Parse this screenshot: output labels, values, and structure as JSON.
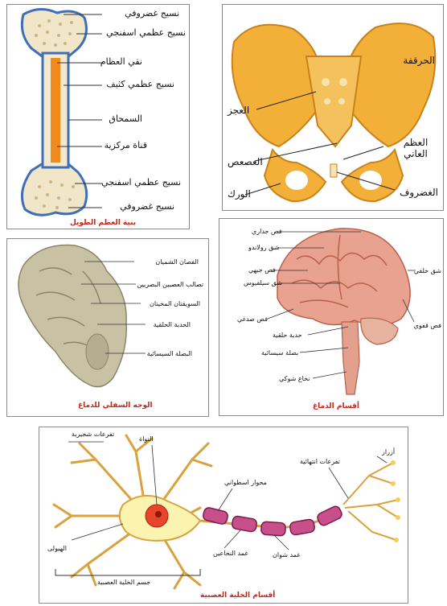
{
  "bone": {
    "labels": [
      "نسيج غضروفي",
      "نسيج عظمي اسفنجي",
      "نقي العظام",
      "نسيج عظمي كثيف",
      "السمحاق",
      "قناة مركزية",
      "نسيج عظمي اسفنجي",
      "نسيج غضروفي"
    ],
    "caption": "بنية العظم الطويل"
  },
  "pelvis": {
    "labels": {
      "ilium": "الحرقفة",
      "sacrum": "العجز",
      "coccyx": "العصعص",
      "pubis": "العظم العاني",
      "hip": "الورك",
      "cartilage": "الغضروف"
    }
  },
  "brain_bottom": {
    "labels": [
      "الفصان الشميان",
      "تصالب العصبين البصريين",
      "السويقتان المخيتان",
      "الحدبة الحلقية",
      "البصلة السيسائية"
    ],
    "caption": "الوجه السفلي للدماغ"
  },
  "brain_side": {
    "labels": {
      "parietal": "فص جداري",
      "rolando": "شق رولاندو",
      "frontal": "فص جبهي",
      "sylvius": "شق سيلفيوس",
      "temporal": "فص صدغي",
      "pons": "حدبة حلقية",
      "medulla": "بصلة سيسائية",
      "spinal": "نخاع شوكي",
      "posterior_fissure": "شق خلفي",
      "occipital": "فص قفوي"
    },
    "caption": "أقسام الدماغ"
  },
  "neuron": {
    "labels": {
      "dendrites": "تفرعات شجيرية",
      "nucleus": "النواة",
      "axon": "محوار اسطواني",
      "terminals": "تفرعات انتهائية",
      "buttons": "أزرار",
      "cytoplasm": "الهيولى",
      "myelin": "غمد النخاعين",
      "schwann": "غمد شوان",
      "cell_body": "جسم الخلية العصبية"
    },
    "caption": "أقسام الخلية العصبية"
  },
  "colors": {
    "bone": "#f3b23a",
    "bone_dark": "#d98a18",
    "brain": "#e7a08e",
    "brain_dark": "#c9705c",
    "neuron": "#fbf3b0",
    "myelin": "#c8508a",
    "caption": "#c0281c"
  }
}
